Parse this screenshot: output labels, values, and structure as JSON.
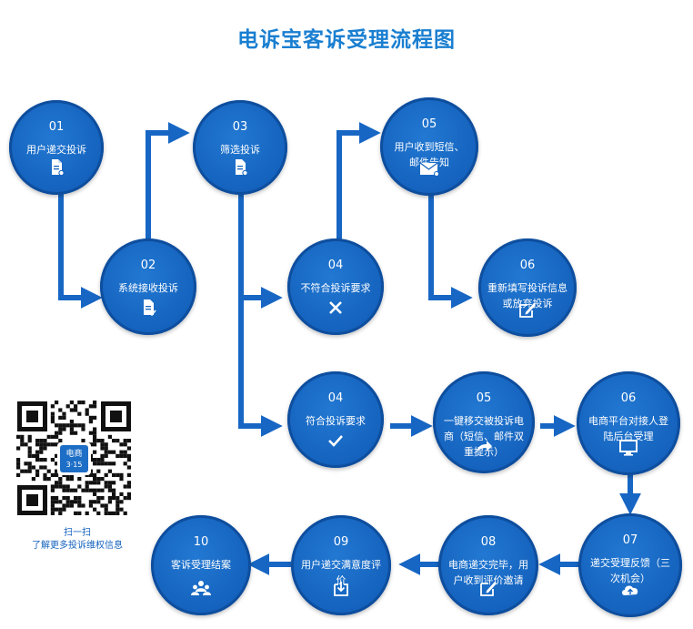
{
  "title": "电诉宝客诉受理流程图",
  "nodes": [
    {
      "num": "01",
      "label": "用户递交投诉",
      "icon": "document-icon"
    },
    {
      "num": "02",
      "label": "系统接收投诉",
      "icon": "document-check-icon"
    },
    {
      "num": "03",
      "label": "筛选投诉",
      "icon": "document-icon"
    },
    {
      "num": "04",
      "label": "不符合投诉要求",
      "icon": "close-icon"
    },
    {
      "num": "05",
      "label": "用户收到短信、邮件告知",
      "icon": "envelope-icon"
    },
    {
      "num": "06",
      "label": "重新填写投诉信息或放弃投诉",
      "icon": "edit-icon"
    },
    {
      "num": "04",
      "label": "符合投诉要求",
      "icon": "check-icon"
    },
    {
      "num": "05",
      "label": "一键移交被投诉电商（短信、邮件双重提示）",
      "icon": "share-arrow-icon"
    },
    {
      "num": "06",
      "label": "电商平台对接人登陆后台受理",
      "icon": "monitor-icon"
    },
    {
      "num": "07",
      "label": "递交受理反馈（三次机会）",
      "icon": "cloud-upload-icon"
    },
    {
      "num": "08",
      "label": "电商递交完毕，用户收到评价邀请",
      "icon": "edit-icon"
    },
    {
      "num": "09",
      "label": "用户递交满意度评价",
      "icon": "download-icon"
    },
    {
      "num": "10",
      "label": "客诉受理结案",
      "icon": "users-icon"
    }
  ],
  "qr": {
    "badge_top": "电商",
    "badge_bottom": "3·15"
  },
  "scan": {
    "line1": "扫一扫",
    "line2": "了解更多投诉维权信息"
  },
  "colors": {
    "title": "#1a7fd1",
    "node": "#1462bd",
    "arrow": "#1766c4"
  }
}
